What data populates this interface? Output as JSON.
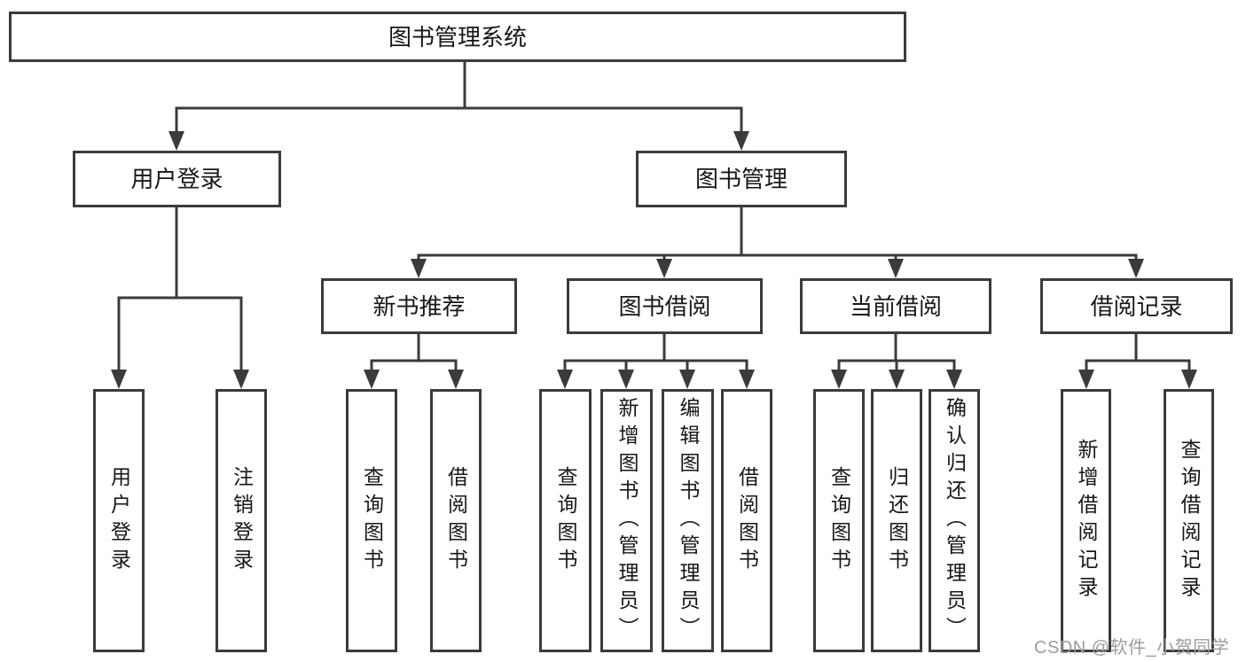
{
  "tree": {
    "label": "图书管理系统",
    "children": [
      {
        "label": "用户登录",
        "children": [
          {
            "label": "用户登录"
          },
          {
            "label": "注销登录"
          }
        ]
      },
      {
        "label": "图书管理",
        "children": [
          {
            "label": "新书推荐",
            "children": [
              {
                "label": "查询图书"
              },
              {
                "label": "借阅图书"
              }
            ]
          },
          {
            "label": "图书借阅",
            "children": [
              {
                "label": "查询图书"
              },
              {
                "label": "新增图书（管理员）"
              },
              {
                "label": "编辑图书（管理员）"
              },
              {
                "label": "借阅图书"
              }
            ]
          },
          {
            "label": "当前借阅",
            "children": [
              {
                "label": "查询图书"
              },
              {
                "label": "归还图书"
              },
              {
                "label": "确认归还（管理员）"
              }
            ]
          },
          {
            "label": "借阅记录",
            "children": [
              {
                "label": "新增借阅记录"
              },
              {
                "label": "查询借阅记录"
              }
            ]
          }
        ]
      }
    ]
  },
  "watermark": {
    "text": "CSDN @软件_小贺同学"
  },
  "colors": {
    "line": "#3b3b3b",
    "text": "#171717",
    "watermark": "#9c9c9c",
    "background": "#ffffff"
  }
}
